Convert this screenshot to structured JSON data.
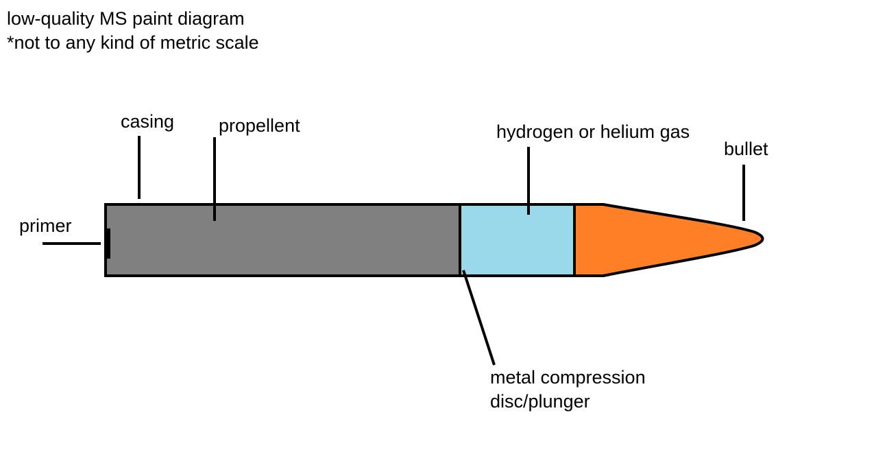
{
  "header": {
    "line1": "low-quality MS paint diagram",
    "line2": "*not to any kind of metric scale"
  },
  "labels": {
    "primer": "primer",
    "casing": "casing",
    "propellent": "propellent",
    "gas": "hydrogen or helium gas",
    "bullet": "bullet",
    "disc_line1": "metal compression",
    "disc_line2": "disc/plunger"
  },
  "colors": {
    "casing": "#808080",
    "gas": "#99d9ea",
    "bullet": "#ff7f27",
    "outline": "#000000"
  }
}
